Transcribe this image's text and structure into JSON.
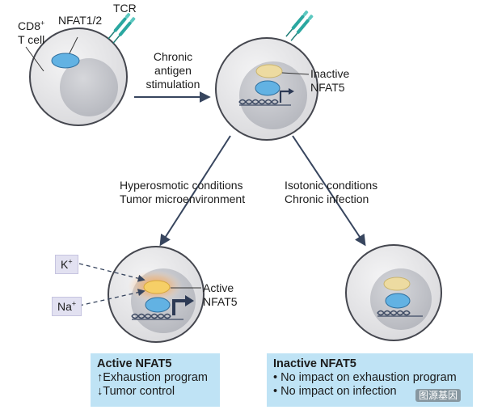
{
  "labels": {
    "cd8": "CD8",
    "cd8_sup": "+",
    "t_cell": "T cell",
    "nfat12": "NFAT1/2",
    "tcr": "TCR",
    "chronic_stim": [
      "Chronic",
      "antigen",
      "stimulation"
    ],
    "inactive_nfat5": [
      "Inactive",
      "NFAT5"
    ],
    "hyperosmotic": [
      "Hyperosmotic conditions",
      "Tumor microenvironment"
    ],
    "isotonic": [
      "Isotonic conditions",
      "Chronic infection"
    ],
    "active_nfat5": [
      "Active",
      "NFAT5"
    ],
    "k_ion": "K",
    "na_ion": "Na",
    "ion_sup": "+"
  },
  "boxes": {
    "active": {
      "title": "Active NFAT5",
      "lines": [
        "↑Exhaustion program",
        "↓Tumor control"
      ]
    },
    "inactive": {
      "title": "Inactive NFAT5",
      "lines": [
        "• No impact on exhaustion program",
        "• No impact on infection"
      ]
    }
  },
  "watermark": "图源基因",
  "colors": {
    "cell_outer": "#e4e4e6",
    "cell_border": "#45474f",
    "nucleus": "#c8c9cf",
    "nfat_blue": "#62b2e3",
    "nfat5_inactive": "#eddba1",
    "nfat5_active": "#f6cf67",
    "glow": "#f59a3c",
    "tcr_teal": "#2aa7a0",
    "arrow": "#37455e",
    "box_bg": "#bfe3f5",
    "ion_bg": "#e2e1f1"
  }
}
